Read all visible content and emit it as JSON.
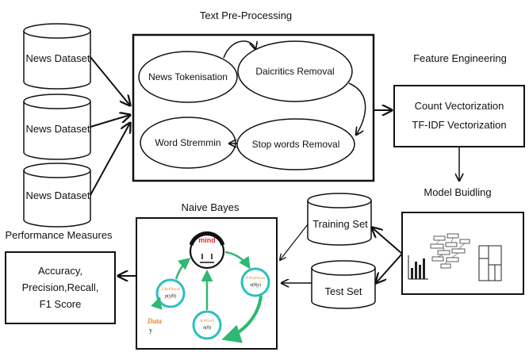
{
  "diagram": {
    "titles": {
      "preprocessing": "Text Pre-Processing",
      "feature_engineering": "Feature Engineering",
      "naive_bayes": "Naive Bayes",
      "model_building": "Model Buidling",
      "performance": "Performance Measures"
    },
    "datasets": [
      "News Dataset",
      "News Dataset",
      "News Dataset"
    ],
    "preprocessing_steps": {
      "tokenisation": "News Tokenisation",
      "diacritics": "Daicritics Removal",
      "stopwords": "Stop words Removal",
      "stemming": "Word Stremmin"
    },
    "features": [
      "Count Vectorization",
      "TF-IDF Vectorization"
    ],
    "sets": {
      "training": "Training Set",
      "test": "Test Set"
    },
    "naive_bayes": {
      "center": "mind",
      "likelihood": "Likelihood",
      "likelihood_formula": "p(y|θ)",
      "posterior": "A Posterior",
      "posterior_formula": "π(θ|y)",
      "prior": "A Priori",
      "prior_formula": "π(θ)",
      "data": "Data",
      "data_symbol": "y"
    },
    "metrics": [
      "Accuracy,",
      "Precision,Recall,",
      "F1 Score"
    ],
    "colors": {
      "ink": "#111111",
      "teal": "#2bbfbf",
      "green": "#2eb872",
      "orange": "#e8862a",
      "red": "#d93030"
    }
  }
}
